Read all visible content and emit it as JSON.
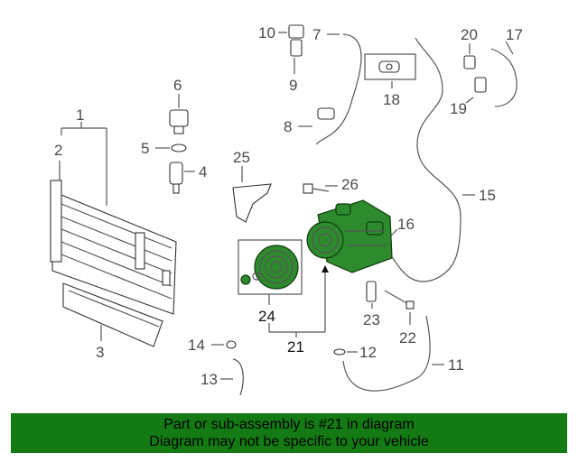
{
  "callouts": {
    "c1": "1",
    "c2": "2",
    "c3": "3",
    "c4": "4",
    "c5": "5",
    "c6": "6",
    "c7": "7",
    "c8": "8",
    "c9": "9",
    "c10": "10",
    "c11": "11",
    "c12": "12",
    "c13": "13",
    "c14": "14",
    "c15": "15",
    "c16": "16",
    "c17": "17",
    "c18": "18",
    "c19": "19",
    "c20": "20",
    "c21": "21",
    "c22": "22",
    "c23": "23",
    "c24": "24",
    "c25": "25",
    "c26": "26"
  },
  "footer": {
    "line1": "Part or sub-assembly is #21 in diagram",
    "line2": "Diagram may not be specific to your vehicle"
  },
  "colors": {
    "highlight_green": "#2d8a2d",
    "footer_bg": "#147a14"
  }
}
